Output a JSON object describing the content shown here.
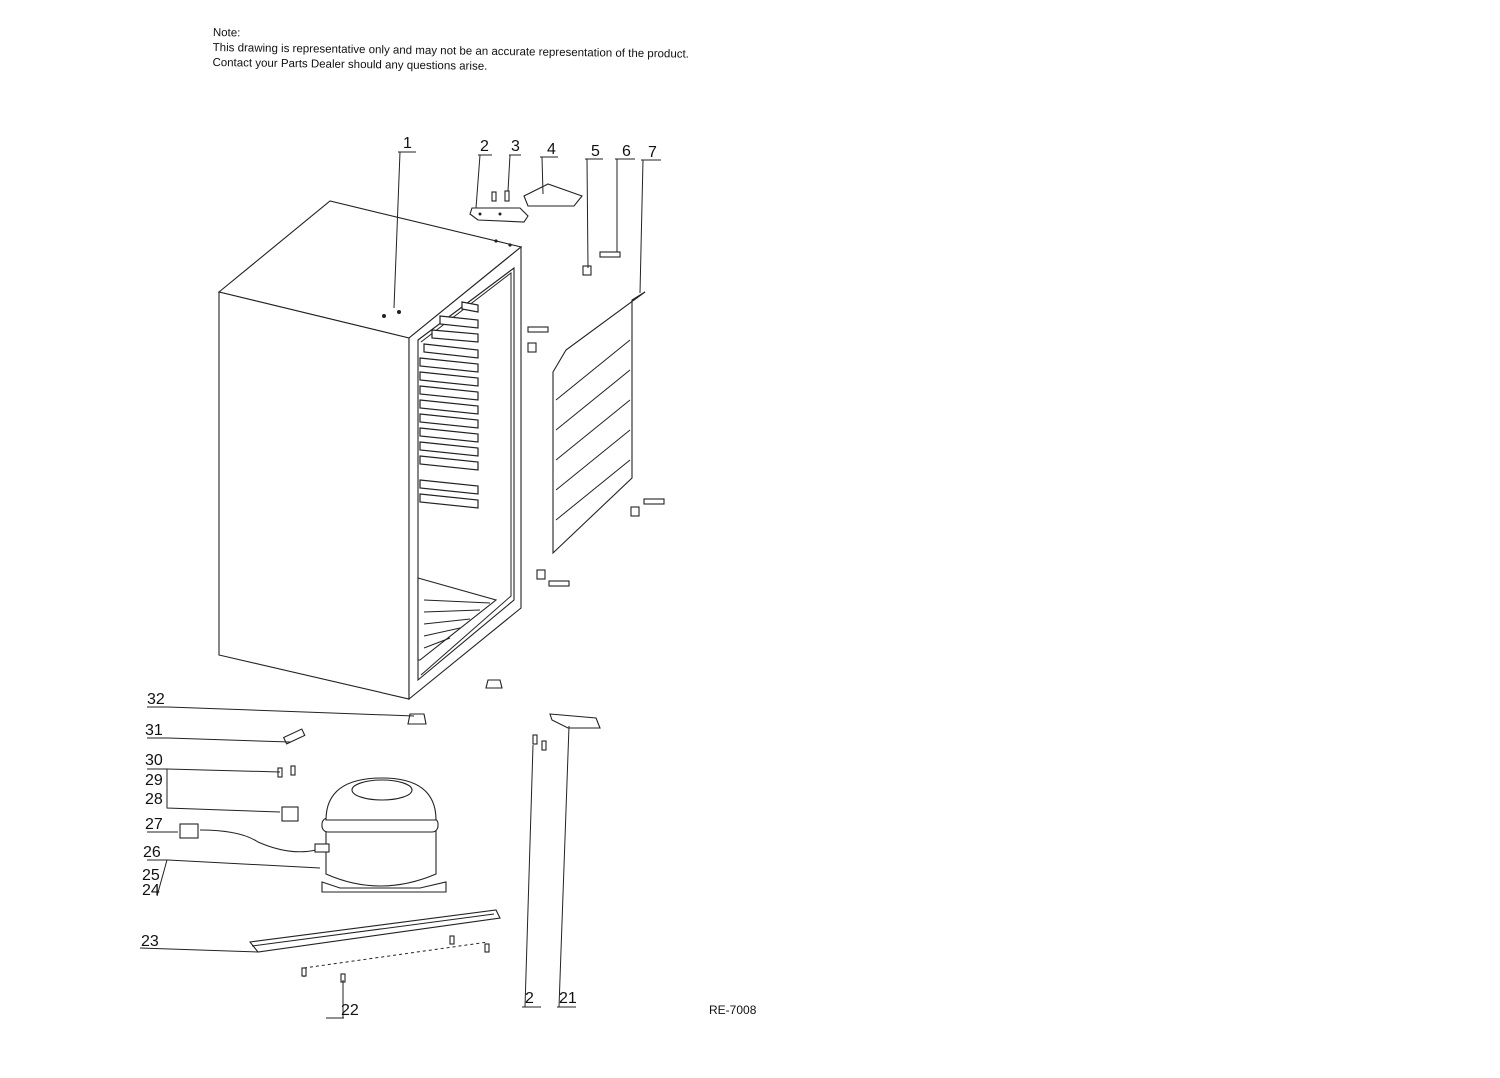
{
  "note": {
    "heading": "Note:",
    "line1": "This drawing is representative only and may not be an accurate representation of the product.",
    "line2": "Contact your Parts Dealer should any questions arise."
  },
  "model_code": "RE-7008",
  "callouts": [
    "1",
    "2",
    "3",
    "4",
    "5",
    "6",
    "7",
    "2",
    "21",
    "22",
    "23",
    "24",
    "25",
    "26",
    "27",
    "28",
    "29",
    "30",
    "31",
    "32"
  ]
}
